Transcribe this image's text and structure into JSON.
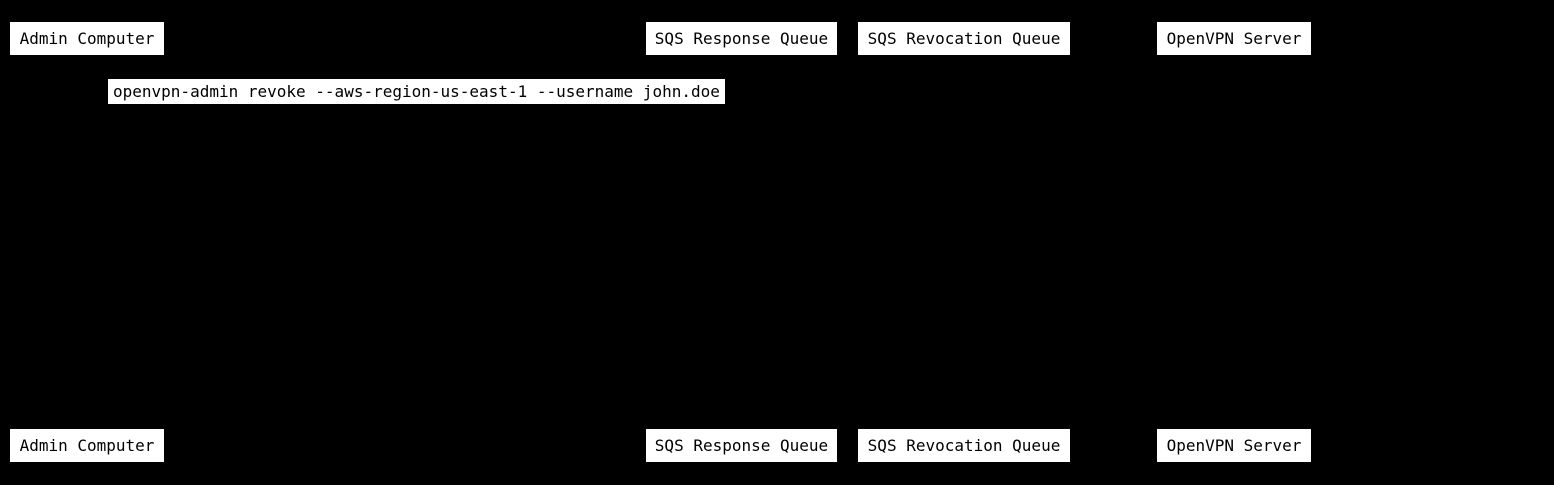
{
  "diagram": {
    "type": "sequence-diagram",
    "background_color": "#000000",
    "box_fill_color": "#ffffff",
    "box_text_color": "#000000",
    "participants": [
      {
        "label": "Admin Computer"
      },
      {
        "label": "SQS Response Queue"
      },
      {
        "label": "SQS Revocation Queue"
      },
      {
        "label": "OpenVPN Server"
      }
    ],
    "messages": [
      {
        "text": "openvpn-admin revoke --aws-region-us-east-1 --username john.doe",
        "from": "Admin Computer",
        "to": "SQS Response Queue"
      }
    ]
  }
}
